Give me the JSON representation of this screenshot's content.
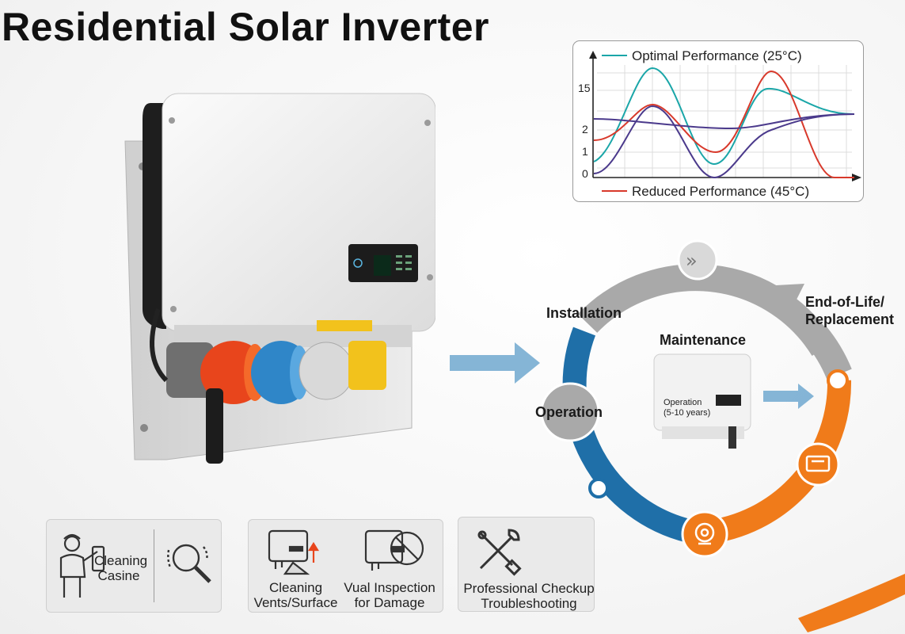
{
  "page": {
    "title": "Residential Solar Inverter"
  },
  "colors": {
    "optimal": "#1aa6a8",
    "reduced": "#d8392b",
    "third_curve": "#4b3a8c",
    "lifecycle_blue": "#1f6fa8",
    "lifecycle_orange": "#f07b1a",
    "lifecycle_gray": "#a9a9a9"
  },
  "performance_chart": {
    "legend_optimal": "Optimal Performance (25°C)",
    "legend_reduced": "Reduced Performance (45°C)",
    "y_ticks": [
      "15",
      "2",
      "1",
      "0"
    ]
  },
  "lifecycle": {
    "installation": "Installation",
    "end_of_life_line1": "End-of-Life/",
    "end_of_life_line2": "Replacement",
    "maintenance": "Maintenance",
    "operation": "Operation",
    "device_label_line1": "Operation",
    "device_label_line2": "(5-10 years)"
  },
  "tips": {
    "cleaning_casing_line1": "Cleaning",
    "cleaning_casing_line2": "Casine",
    "vents_line1": "Cleaning",
    "vents_line2": "Vents/Surface",
    "inspection_line1": "Vual Inspection",
    "inspection_line2": "for Damage",
    "checkup_line1": "Professional Checkup",
    "checkup_line2": "Troubleshooting"
  },
  "icons": {
    "arrows": "double-chevron-right-icon",
    "battery": "battery-icon",
    "meter": "meter-icon",
    "worker": "worker-icon",
    "magnifier": "magnifier-icon",
    "tools": "wrench-screwdriver-icon"
  }
}
